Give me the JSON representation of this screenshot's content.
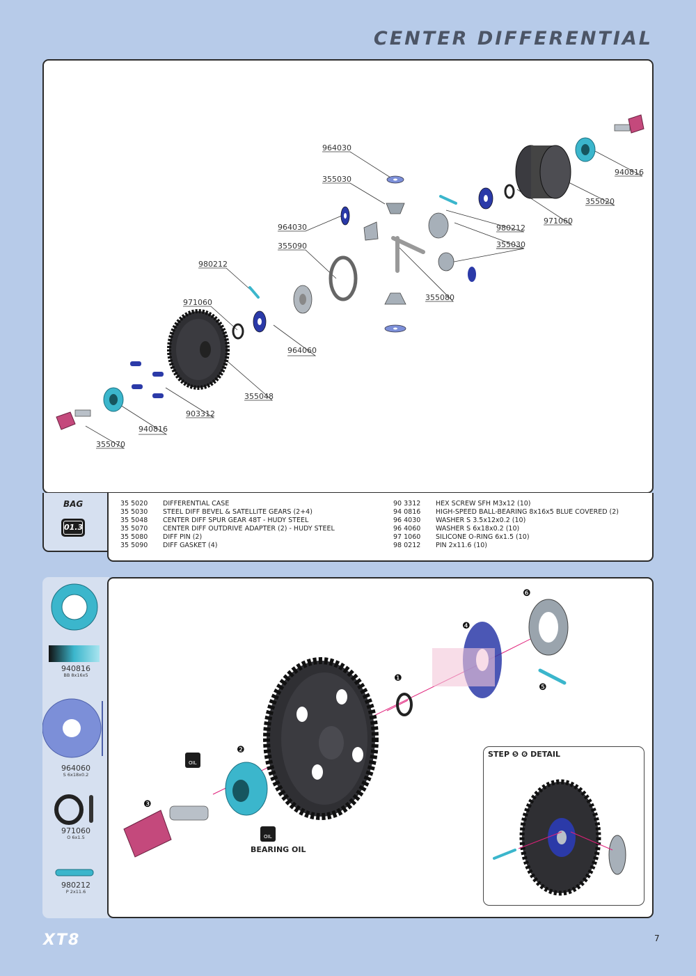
{
  "header": {
    "title": "CENTER DIFFERENTIAL"
  },
  "diagram": {
    "callouts": [
      "964030",
      "355030",
      "964030",
      "355090",
      "980212",
      "971060",
      "964060",
      "355048",
      "903312",
      "940816",
      "355070",
      "940816",
      "355020",
      "971060",
      "980212",
      "355030",
      "355080"
    ]
  },
  "bag": {
    "label": "BAG",
    "number": "01.3"
  },
  "parts": {
    "left": [
      {
        "code": "35 5020",
        "desc": "DIFFERENTIAL CASE"
      },
      {
        "code": "35 5030",
        "desc": "STEEL DIFF BEVEL & SATELLITE GEARS (2+4)"
      },
      {
        "code": "35 5048",
        "desc": "CENTER DIFF SPUR GEAR 48T - HUDY STEEL"
      },
      {
        "code": "35 5070",
        "desc": "CENTER DIFF OUTDRIVE ADAPTER (2) - HUDY STEEL"
      },
      {
        "code": "35 5080",
        "desc": "DIFF PIN (2)"
      },
      {
        "code": "35 5090",
        "desc": "DIFF GASKET (4)"
      }
    ],
    "right": [
      {
        "code": "90 3312",
        "desc": "HEX SCREW  SFH M3x12  (10)"
      },
      {
        "code": "94 0816",
        "desc": "HIGH-SPEED BALL-BEARING 8x16x5 BLUE COVERED  (2)"
      },
      {
        "code": "96 4030",
        "desc": "WASHER S 3.5x12x0.2  (10)"
      },
      {
        "code": "96 4060",
        "desc": "WASHER S 6x18x0.2  (10)"
      },
      {
        "code": "97 1060",
        "desc": "SILICONE O-RING 6x1.5  (10)"
      },
      {
        "code": "98 0212",
        "desc": "PIN 2x11.6  (10)"
      }
    ]
  },
  "sidebar": {
    "items": [
      {
        "code": "940816",
        "sub": "BB 8x16x5"
      },
      {
        "code": "964060",
        "sub": "S 6x18x0.2"
      },
      {
        "code": "971060",
        "sub": "O 6x1.5"
      },
      {
        "code": "980212",
        "sub": "P 2x11.6"
      }
    ]
  },
  "step": {
    "detail_title": "STEP ❺ ❻ DETAIL",
    "bearing_oil": "BEARING OIL",
    "oil_icon": "OIL",
    "numbers": [
      "❶",
      "❷",
      "❸",
      "❹",
      "❺",
      "❻"
    ]
  },
  "footer": {
    "logo": "XT8",
    "page": "7"
  },
  "colors": {
    "background": "#b7cbe9",
    "bearing": "#3bb6cc",
    "washer": "#7c8fd8",
    "adapter": "#c4497c"
  }
}
